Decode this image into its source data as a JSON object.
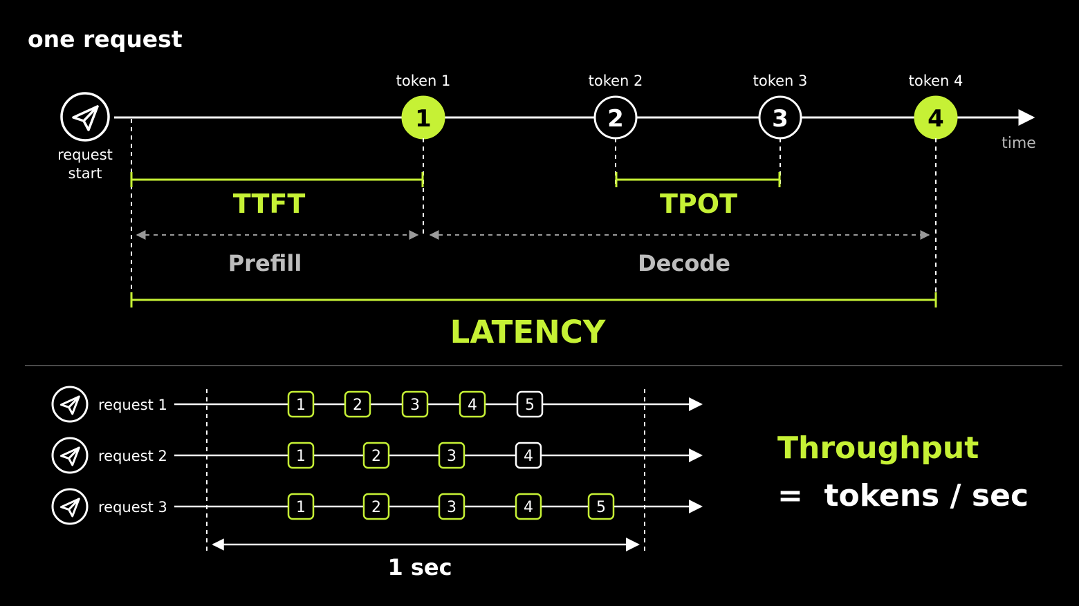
{
  "colors": {
    "background": "#000000",
    "accent": "#c6f135",
    "line": "#ffffff",
    "muted": "#bdbdbd",
    "divider": "#4a4a4a"
  },
  "top": {
    "title": "one request",
    "start_icon": "paper-plane-icon",
    "start_label_line1": "request",
    "start_label_line2": "start",
    "time_label": "time",
    "tokens": [
      {
        "label": "token 1",
        "number": "1",
        "highlight": true
      },
      {
        "label": "token 2",
        "number": "2",
        "highlight": false
      },
      {
        "label": "token 3",
        "number": "3",
        "highlight": false
      },
      {
        "label": "token 4",
        "number": "4",
        "highlight": true
      }
    ],
    "ttft": "TTFT",
    "tpot": "TPOT",
    "prefill": "Prefill",
    "decode": "Decode",
    "latency": "LATENCY"
  },
  "bottom": {
    "requests": [
      {
        "label": "request 1",
        "icon": "paper-plane-icon",
        "tokens": [
          {
            "n": "1",
            "in_window": true
          },
          {
            "n": "2",
            "in_window": true
          },
          {
            "n": "3",
            "in_window": true
          },
          {
            "n": "4",
            "in_window": true
          },
          {
            "n": "5",
            "in_window": false
          }
        ]
      },
      {
        "label": "request 2",
        "icon": "paper-plane-icon",
        "tokens": [
          {
            "n": "1",
            "in_window": true
          },
          {
            "n": "2",
            "in_window": true
          },
          {
            "n": "3",
            "in_window": true
          },
          {
            "n": "4",
            "in_window": false
          }
        ]
      },
      {
        "label": "request 3",
        "icon": "paper-plane-icon",
        "tokens": [
          {
            "n": "1",
            "in_window": true
          },
          {
            "n": "2",
            "in_window": true
          },
          {
            "n": "3",
            "in_window": true
          },
          {
            "n": "4",
            "in_window": true
          },
          {
            "n": "5",
            "in_window": true
          }
        ]
      }
    ],
    "window_label": "1 sec",
    "throughput_title": "Throughput",
    "throughput_formula": "=  tokens / sec"
  }
}
